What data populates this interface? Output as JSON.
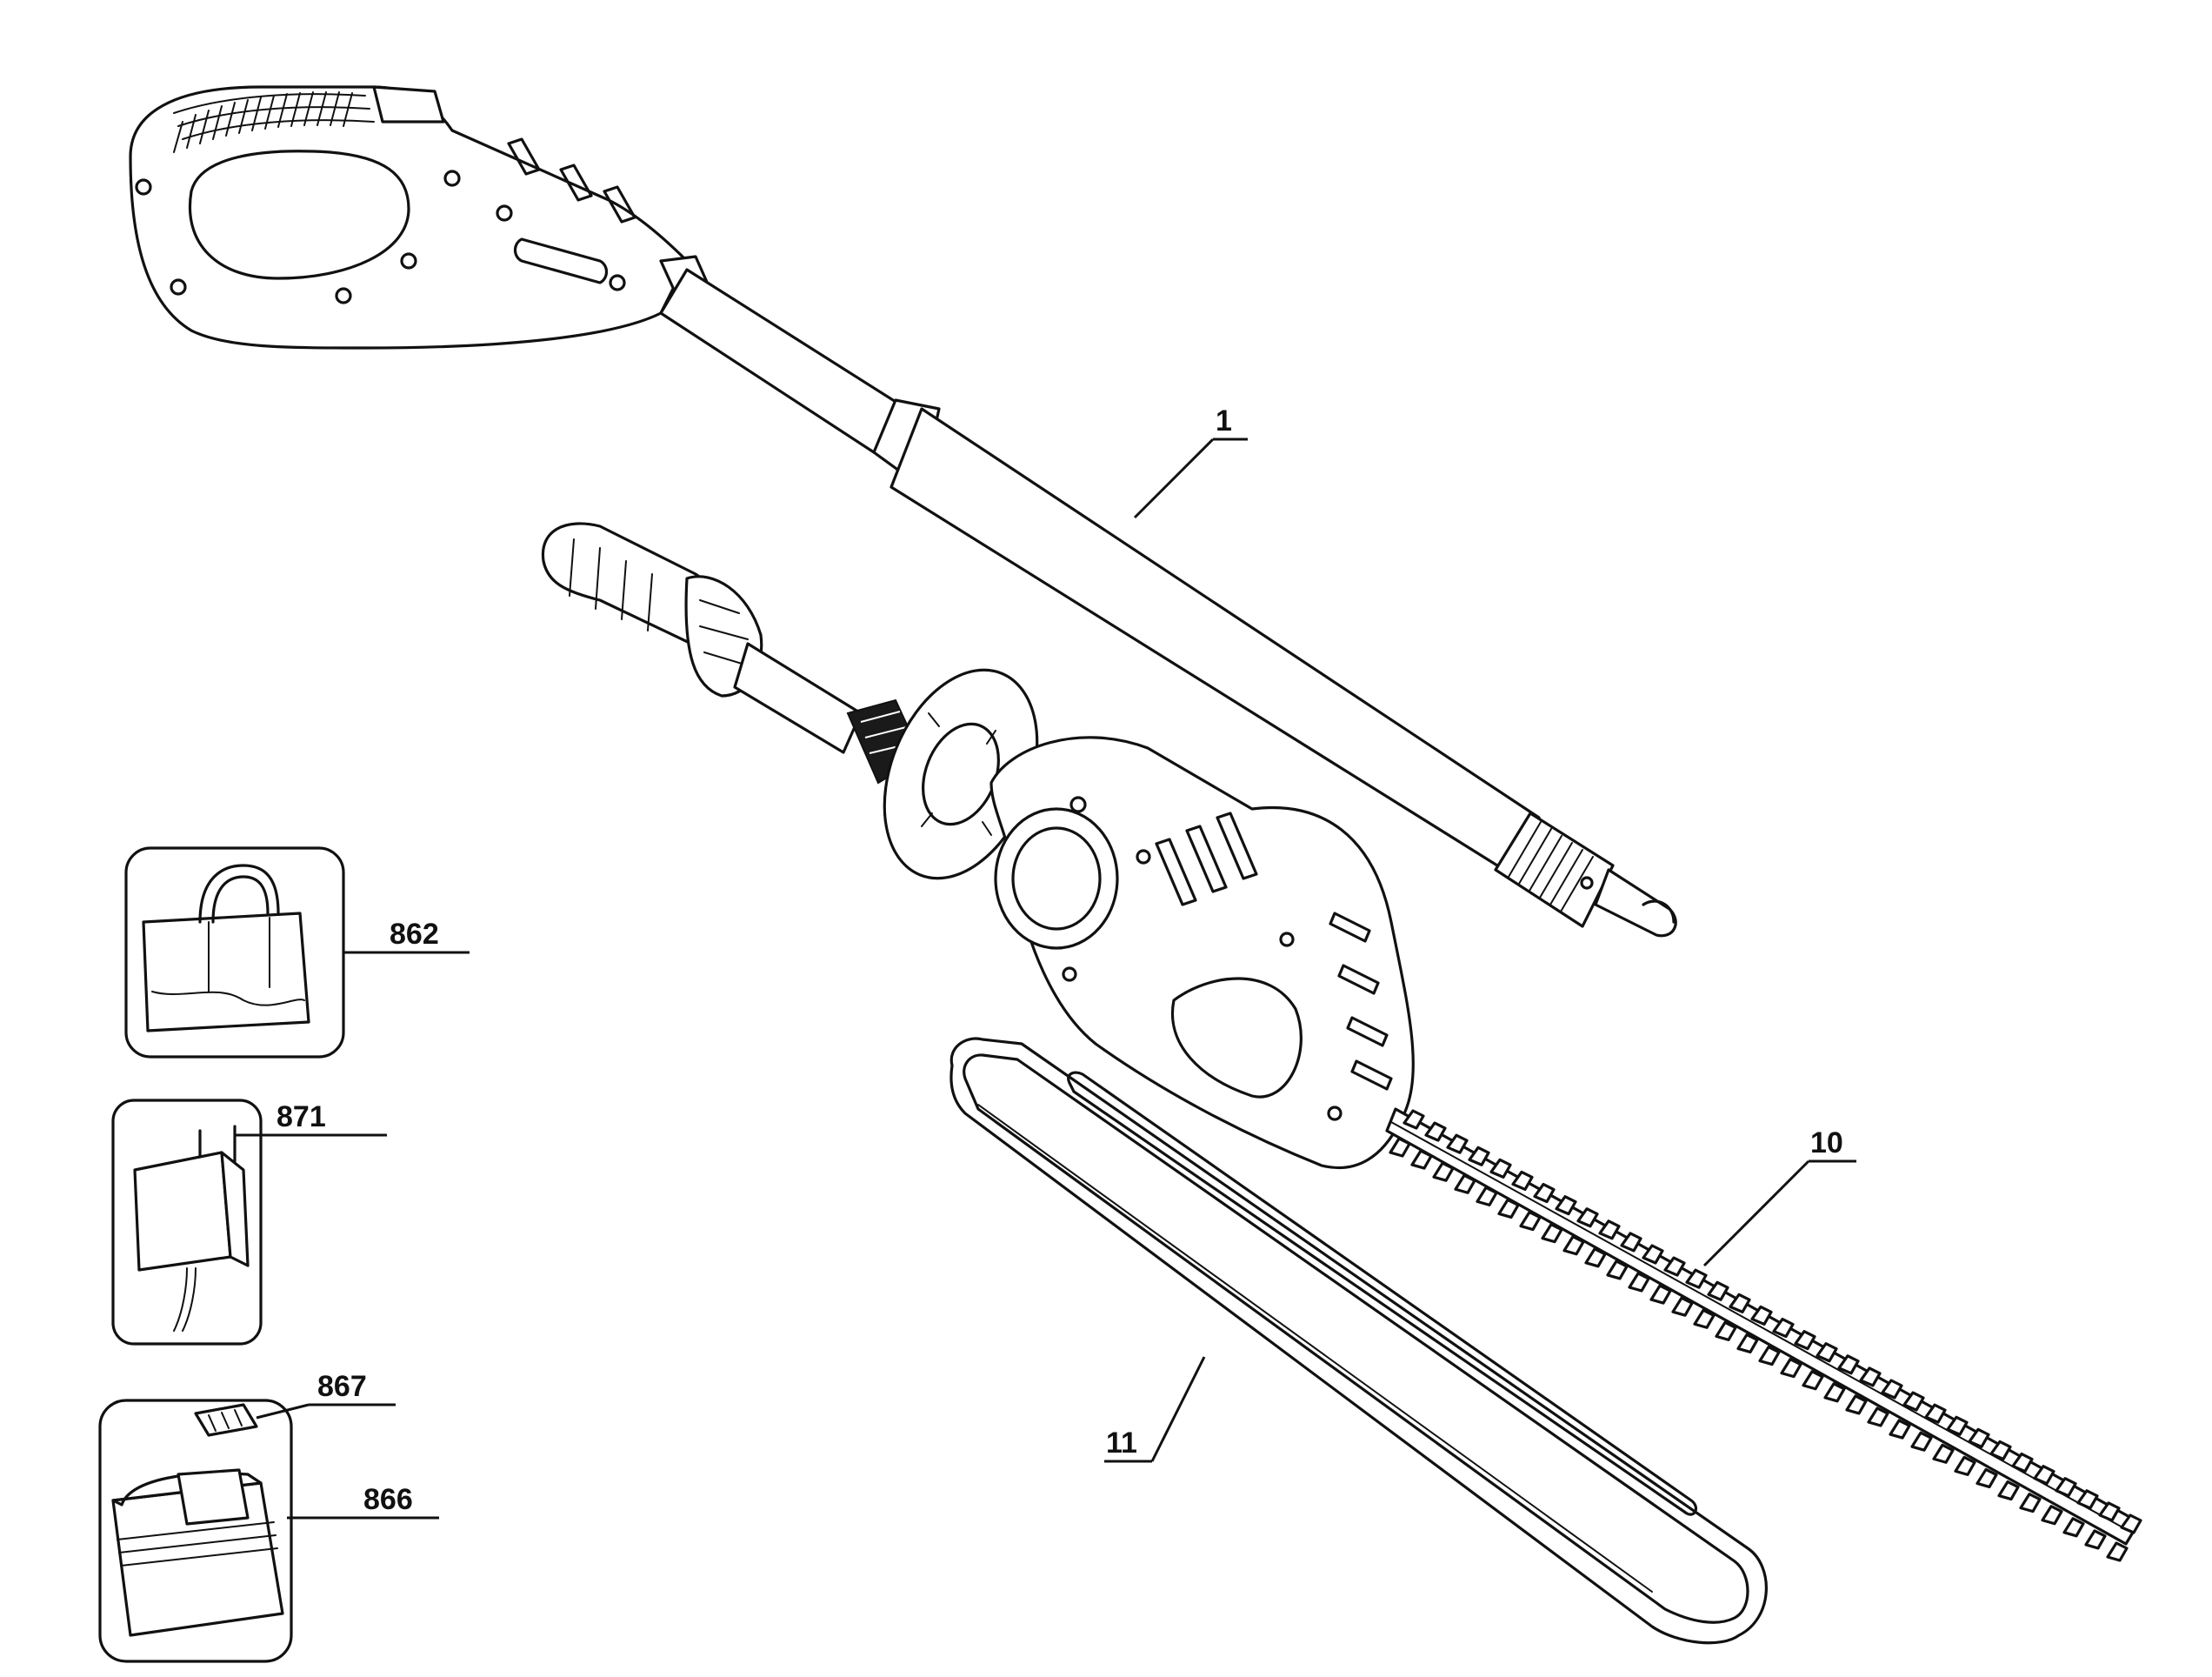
{
  "callouts": {
    "part_1": "1",
    "part_10": "10",
    "part_11": "11",
    "part_862": "862",
    "part_871": "871",
    "part_866": "866",
    "part_867": "867"
  }
}
